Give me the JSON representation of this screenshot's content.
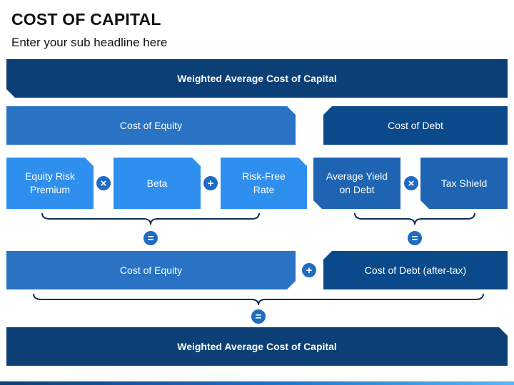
{
  "slide": {
    "title": "COST OF CAPITAL",
    "subtitle": "Enter your sub headline here"
  },
  "diagram": {
    "top_banner": "Weighted Average Cost of Capital",
    "equity_header": "Cost of Equity",
    "debt_header": "Cost of Debt",
    "equity_components": [
      {
        "label_line1": "Equity Risk",
        "label_line2": "Premium"
      },
      {
        "label_line1": "Beta",
        "label_line2": ""
      },
      {
        "label_line1": "Risk-Free",
        "label_line2": "Rate"
      }
    ],
    "debt_components": [
      {
        "label_line1": "Average Yield",
        "label_line2": "on Debt"
      },
      {
        "label_line1": "Tax Shield",
        "label_line2": ""
      }
    ],
    "operators": {
      "multiply": "×",
      "plus": "+",
      "equals": "="
    },
    "equity_result": "Cost of Equity",
    "debt_result": "Cost of Debt (after-tax)",
    "final_result": "Weighted Average Cost of Capital"
  },
  "colors": {
    "dark_blue": "#0b3f76",
    "medium_blue": "#2a72c3",
    "light_blue": "#2f8fef",
    "navy": "#0a4a8a"
  }
}
